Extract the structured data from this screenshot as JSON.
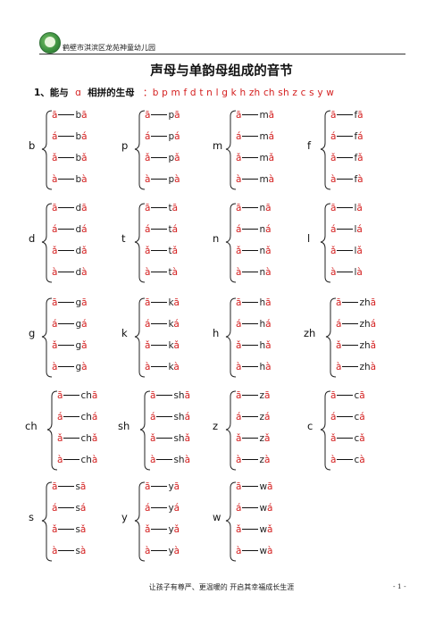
{
  "header": {
    "school": "鹤壁市淇滨区龙苑神童幼儿园"
  },
  "title": "声母与单韵母组成的音节",
  "intro": {
    "label": "1、能与",
    "vowel": "ɑ",
    "label2": "相拼的生母",
    "list": "：b p m f d t n l g k h zh ch sh z c s y w"
  },
  "vowels": [
    "ā",
    "á",
    "ǎ",
    "à"
  ],
  "groups": [
    {
      "initial": "b",
      "base": "b",
      "rows": [
        "ā",
        "á",
        "ǎ",
        "à"
      ]
    },
    {
      "initial": "p",
      "base": "p",
      "rows": [
        "ā",
        "á",
        "ǎ",
        "à"
      ]
    },
    {
      "initial": "m",
      "base": "m",
      "rows": [
        "ā",
        "á",
        "ǎ",
        "à"
      ]
    },
    {
      "initial": "f",
      "base": "f",
      "rows": [
        "ā",
        "á",
        "ǎ",
        "à"
      ]
    },
    {
      "initial": "d",
      "base": "d",
      "rows": [
        "ā",
        "á",
        "ǎ",
        "à"
      ]
    },
    {
      "initial": "t",
      "base": "t",
      "rows": [
        "ā",
        "á",
        "ǎ",
        "à"
      ]
    },
    {
      "initial": "n",
      "base": "n",
      "rows": [
        "ā",
        "á",
        "ǎ",
        "à"
      ]
    },
    {
      "initial": "l",
      "base": "l",
      "rows": [
        "ā",
        "á",
        "ǎ",
        "à"
      ]
    },
    {
      "initial": "g",
      "base": "g",
      "rows": [
        "ā",
        "á",
        "ǎ",
        "à"
      ]
    },
    {
      "initial": "k",
      "base": "k",
      "rows": [
        "ā",
        "á",
        "ǎ",
        "à"
      ]
    },
    {
      "initial": "h",
      "base": "h",
      "rows": [
        "ā",
        "á",
        "ǎ",
        "à"
      ]
    },
    {
      "initial": "zh",
      "base": "zh",
      "rows": [
        "ā",
        "á",
        "ǎ",
        "à"
      ]
    },
    {
      "initial": "ch",
      "base": "ch",
      "rows": [
        "ā",
        "á",
        "ǎ",
        "à"
      ]
    },
    {
      "initial": "sh",
      "base": "sh",
      "rows": [
        "ā",
        "á",
        "ǎ",
        "à"
      ]
    },
    {
      "initial": "z",
      "base": "z",
      "rows": [
        "ā",
        "á",
        "ǎ",
        "à"
      ]
    },
    {
      "initial": "c",
      "base": "c",
      "rows": [
        "ā",
        "á",
        "ǎ",
        "à"
      ]
    },
    {
      "initial": "s",
      "base": "s",
      "rows": [
        "ā",
        "á",
        "ǎ",
        "à"
      ]
    },
    {
      "initial": "y",
      "base": "y",
      "rows": [
        "ā",
        "á",
        "ǎ",
        "à"
      ]
    },
    {
      "initial": "w",
      "base": "w",
      "rows": [
        "ā",
        "á",
        "ǎ",
        "à"
      ]
    }
  ],
  "footer": {
    "motto": "让孩子有尊严、更温暖的  开启其幸福成长生涯",
    "page": "- 1 -"
  }
}
